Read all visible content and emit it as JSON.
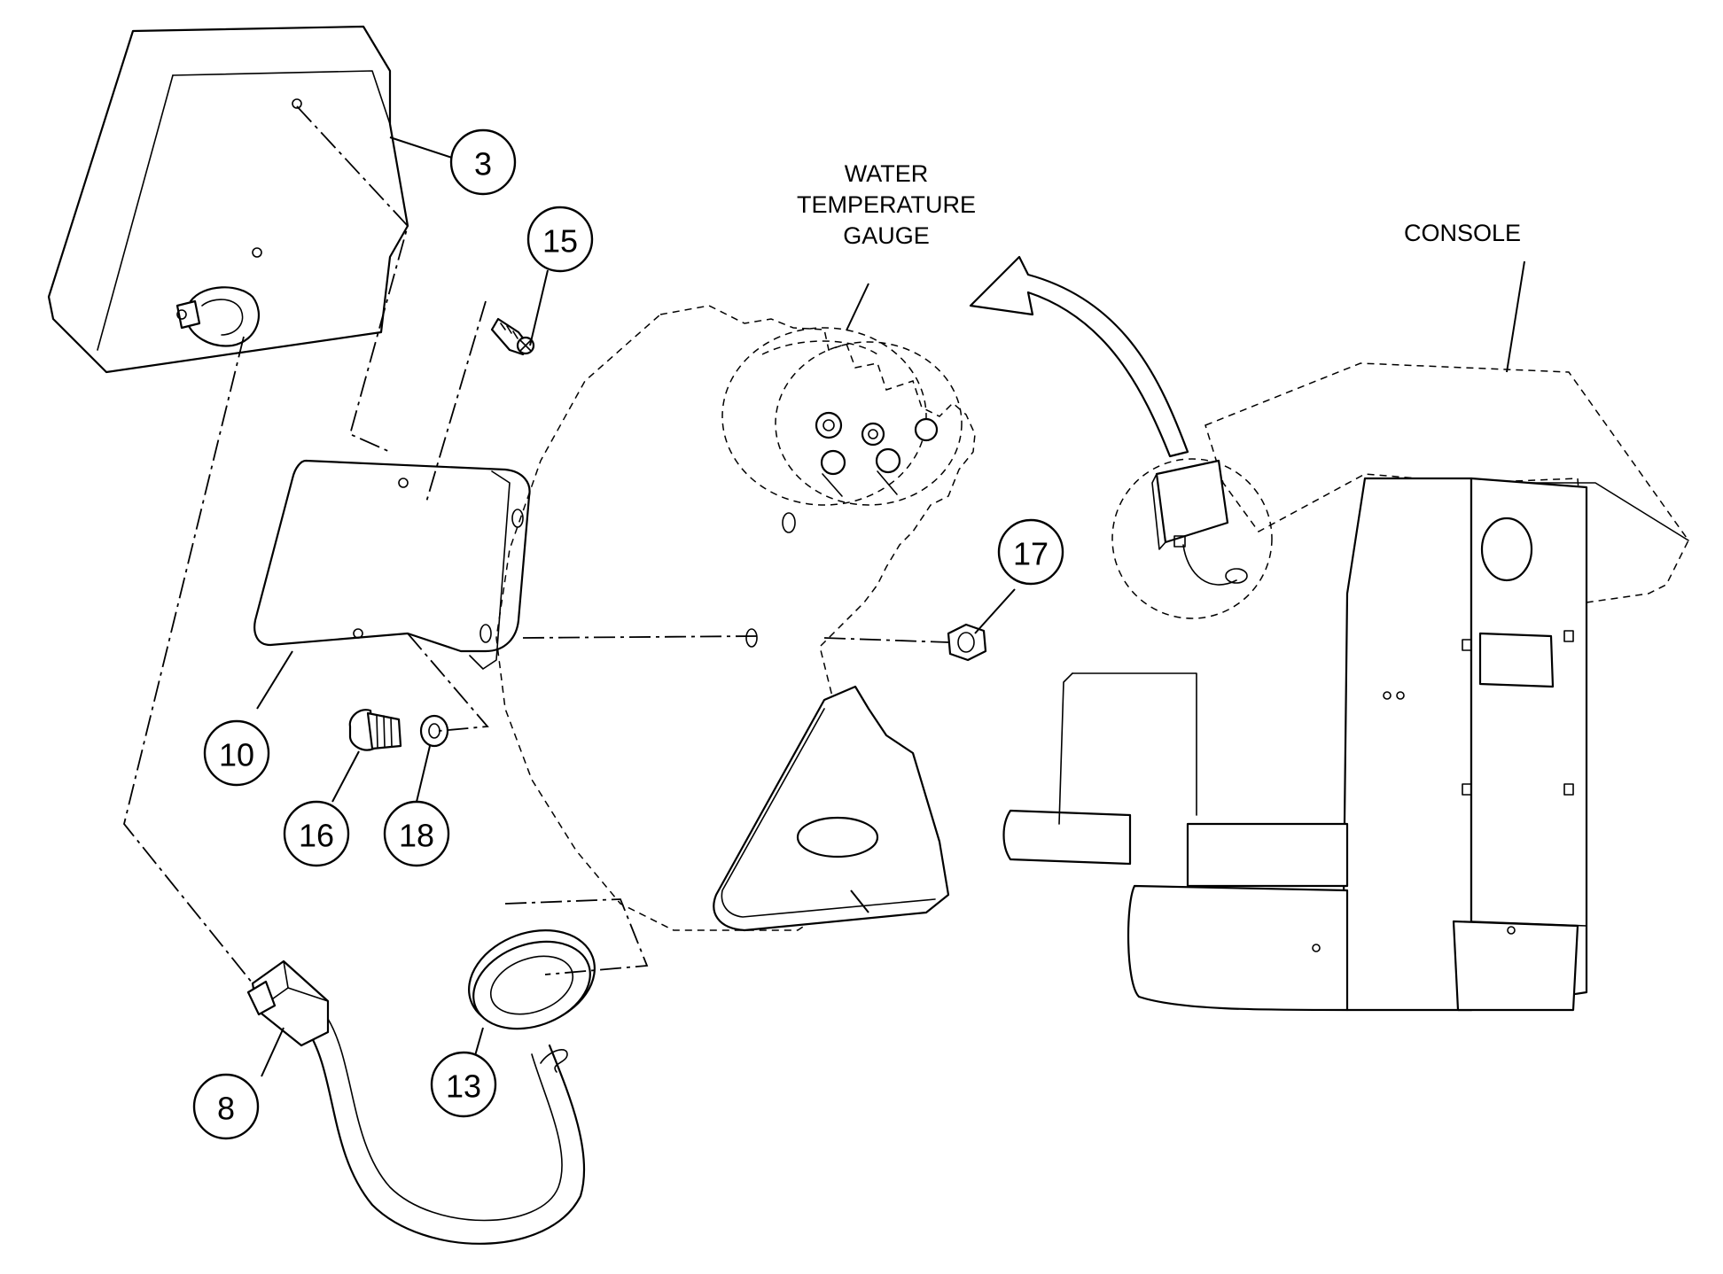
{
  "labels": {
    "water_line1": "WATER",
    "water_line2": "TEMPERATURE",
    "water_line3": "GAUGE",
    "console": "CONSOLE"
  },
  "callouts": {
    "c3": "3",
    "c15": "15",
    "c17": "17",
    "c10": "10",
    "c16": "16",
    "c18": "18",
    "c13": "13",
    "c8": "8"
  },
  "colors": {
    "line": "#000000",
    "background": "#ffffff"
  }
}
